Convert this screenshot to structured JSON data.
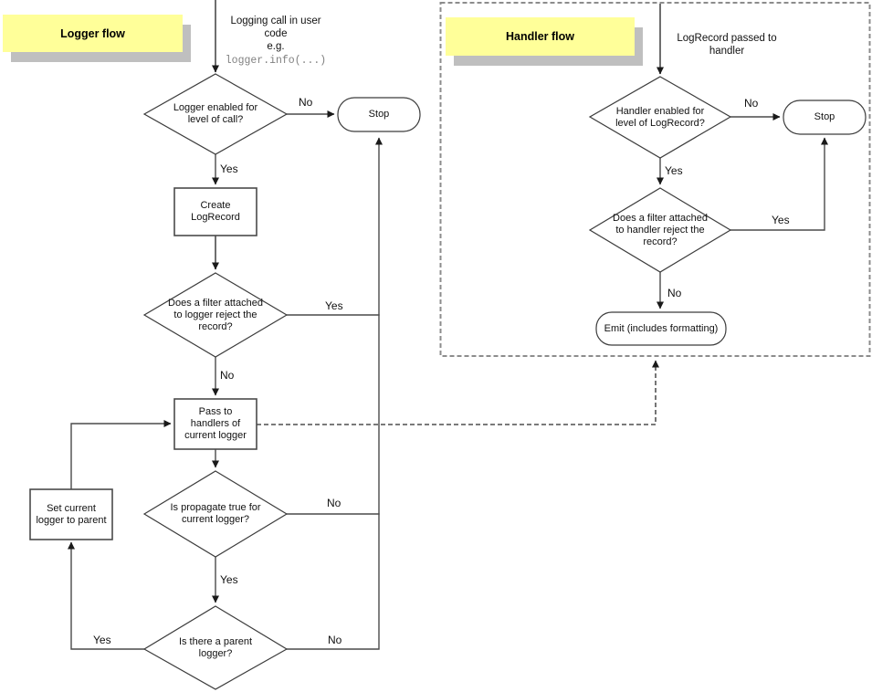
{
  "diagram": {
    "logger_flow": {
      "title": "Logger flow",
      "entry_text": "Logging call in user\ncode\ne.g.",
      "entry_code": "logger.info(...)",
      "nodes": {
        "enabled_question": "Logger enabled for\nlevel of call?",
        "stop": "Stop",
        "create_logrecord": "Create\nLogRecord",
        "filter_question": "Does a filter attached\nto logger reject the\nrecord?",
        "pass_to_handlers": "Pass to\nhandlers of\ncurrent logger",
        "propagate_question": "Is propagate true for\ncurrent logger?",
        "set_current_logger": "Set current\nlogger to parent",
        "parent_question": "Is there a parent\nlogger?"
      },
      "edge_labels": {
        "enabled_no": "No",
        "enabled_yes": "Yes",
        "filter_yes": "Yes",
        "filter_no": "No",
        "propagate_no": "No",
        "propagate_yes": "Yes",
        "parent_yes": "Yes",
        "parent_no": "No"
      }
    },
    "handler_flow": {
      "title": "Handler flow",
      "entry_text": "LogRecord passed to\nhandler",
      "nodes": {
        "enabled_question": "Handler enabled for\nlevel of LogRecord?",
        "stop": "Stop",
        "filter_question": "Does a filter attached\nto handler reject the\nrecord?",
        "emit": "Emit (includes formatting)"
      },
      "edge_labels": {
        "enabled_no": "No",
        "enabled_yes": "Yes",
        "filter_yes": "Yes",
        "filter_no": "No"
      }
    },
    "colors": {
      "title_bg": "#FFFF99",
      "title_shadow": "#BFBFBF",
      "line": "#4A4A4A",
      "code_text": "#808080",
      "background": "#FFFFFF"
    }
  }
}
